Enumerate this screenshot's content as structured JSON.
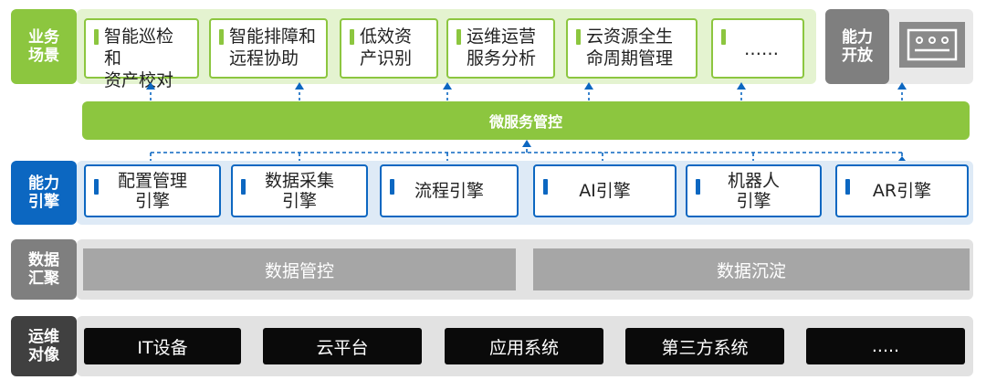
{
  "rows": {
    "business": {
      "label": "业务\n场景",
      "color": "#8cc63f"
    },
    "engine": {
      "label": "能力\n引擎",
      "color": "#0c67c1"
    },
    "data": {
      "label": "数据\n汇聚",
      "color": "#7f7f7f"
    },
    "ops": {
      "label": "运维\n对像",
      "color": "#404040"
    }
  },
  "business_scenarios": [
    "智能巡检和\n资产校对",
    "智能排障和\n远程协助",
    "低效资\n产识别",
    "运维运营\n服务分析",
    "云资源全生\n命周期管理",
    "……"
  ],
  "capability_open": {
    "label": "能力\n开放",
    "icon": "api-device-icon"
  },
  "microservice": "微服务管控",
  "engines": [
    "配置管理\n引擎",
    "数据采集\n引擎",
    "流程引擎",
    "AI引擎",
    "机器人\n引擎",
    "AR引擎"
  ],
  "data_aggregation": [
    "数据管控",
    "数据沉淀"
  ],
  "ops_objects": [
    "IT设备",
    "云平台",
    "应用系统",
    "第三方系统",
    "....."
  ]
}
